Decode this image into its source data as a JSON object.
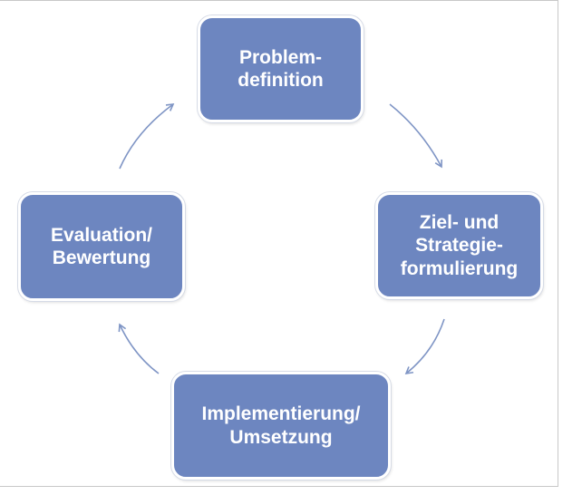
{
  "diagram": {
    "type": "cycle",
    "colors": {
      "node_fill": "#6d86c0",
      "node_text": "#ffffff",
      "arrow": "#7f95c5"
    },
    "nodes": [
      {
        "id": "problem",
        "label": "Problem-\ndefinition"
      },
      {
        "id": "ziel",
        "label": "Ziel- und\nStrategie-\nformulierung"
      },
      {
        "id": "impl",
        "label": "Implementierung/\nUmsetzung"
      },
      {
        "id": "eval",
        "label": "Evaluation/\nBewertung"
      }
    ],
    "edges": [
      {
        "from": "problem",
        "to": "ziel"
      },
      {
        "from": "ziel",
        "to": "impl"
      },
      {
        "from": "impl",
        "to": "eval"
      },
      {
        "from": "eval",
        "to": "problem"
      }
    ]
  }
}
